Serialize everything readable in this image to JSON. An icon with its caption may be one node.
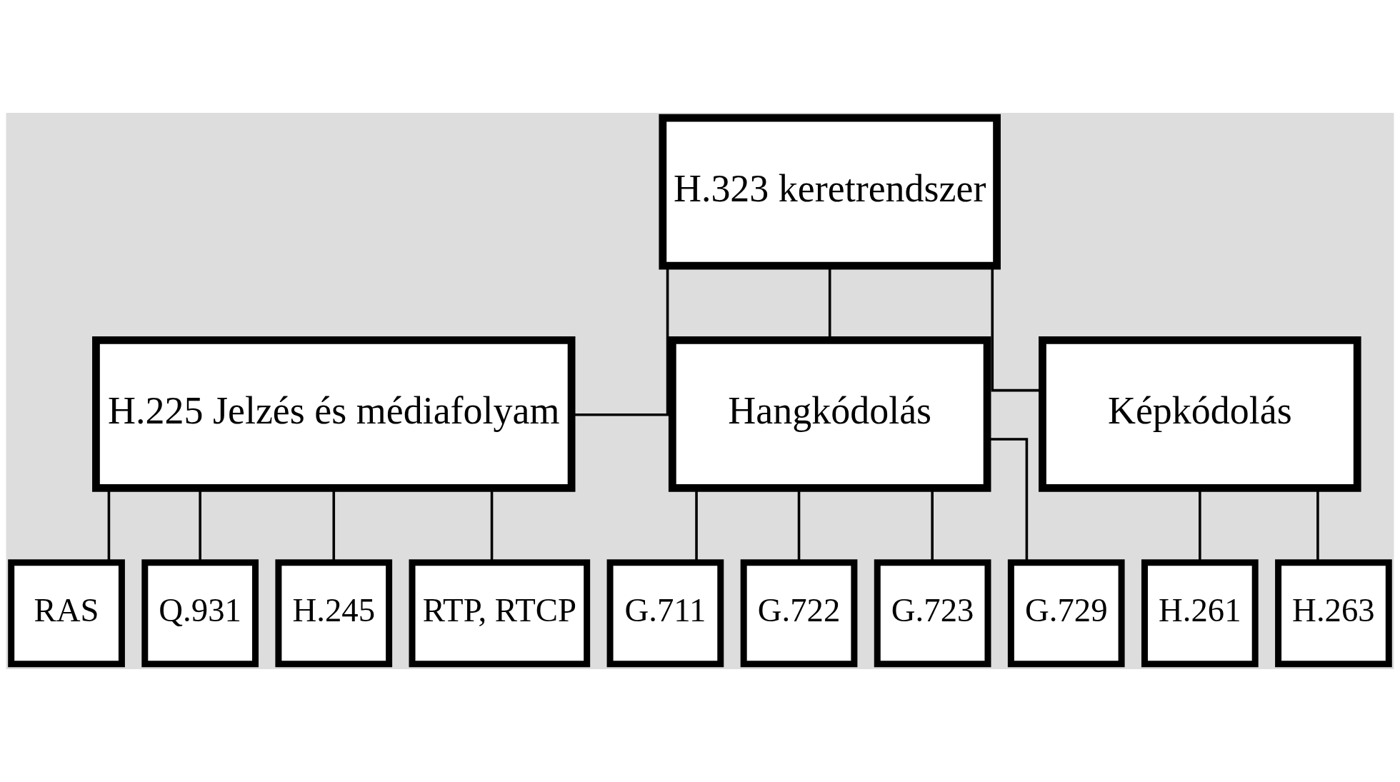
{
  "diagram": {
    "nodes": [
      {
        "text": [
          "H.323 keretrendszer"
        ]
      },
      {
        "text": [
          "H.225 Jelzés és médiafolyam"
        ]
      },
      {
        "text": [
          "Hangkódolás"
        ]
      },
      {
        "text": [
          "Képkódolás"
        ]
      },
      {
        "text": [
          "RAS"
        ]
      },
      {
        "text": [
          "Q.931"
        ]
      },
      {
        "text": [
          "H.245"
        ]
      },
      {
        "text": [
          "RTP, RTCP"
        ]
      },
      {
        "text": [
          "G.711"
        ]
      },
      {
        "text": [
          "G.722"
        ]
      },
      {
        "text": [
          "G.723"
        ]
      },
      {
        "text": [
          "G.729"
        ]
      },
      {
        "text": [
          "H.261"
        ]
      },
      {
        "text": [
          "H.263"
        ]
      }
    ],
    "edges": [
      {
        "from": 0,
        "to": 1,
        "arrow": "none"
      },
      {
        "from": 0,
        "to": 2,
        "arrow": "none"
      },
      {
        "from": 0,
        "to": 3,
        "arrow": "none"
      },
      {
        "from": 1,
        "to": 4,
        "arrow": "none"
      },
      {
        "from": 1,
        "to": 5,
        "arrow": "none"
      },
      {
        "from": 1,
        "to": 6,
        "arrow": "none"
      },
      {
        "from": 1,
        "to": 7,
        "arrow": "none"
      },
      {
        "from": 2,
        "to": 8,
        "arrow": "none"
      },
      {
        "from": 2,
        "to": 9,
        "arrow": "none"
      },
      {
        "from": 2,
        "to": 10,
        "arrow": "none"
      },
      {
        "from": 2,
        "to": 11,
        "arrow": "none"
      },
      {
        "from": 3,
        "to": 12,
        "arrow": "none"
      },
      {
        "from": 3,
        "to": 13,
        "arrow": "none"
      }
    ]
  }
}
